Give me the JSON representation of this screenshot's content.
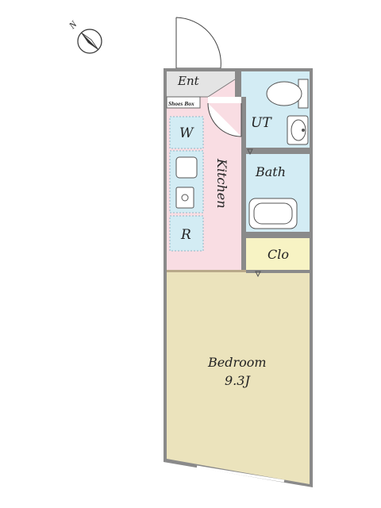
{
  "compass": {
    "north_label": "N",
    "icon": "north-arrow-icon"
  },
  "rooms": {
    "entrance": "Ent",
    "shoes_box": "Shoes Box",
    "utility": "UT",
    "washer": "W",
    "kitchen": "Kitchen",
    "bath": "Bath",
    "refrigerator": "R",
    "closet": "Clo",
    "bedroom": "Bedroom",
    "bedroom_size": "9.3J"
  },
  "colors": {
    "kitchen": "#f9dde3",
    "wet_area": "#d3ecf4",
    "closet": "#f7f3c4",
    "bedroom": "#ebe3bc",
    "entrance": "#e4e4e4",
    "wall": "#8a8a8a"
  }
}
